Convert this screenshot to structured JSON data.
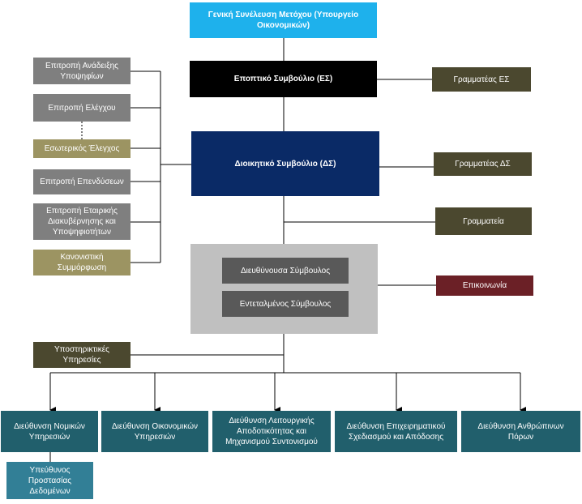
{
  "general_assembly": "Γενική Συνέλευση Μετόχου (Υπουργείο Οικονομικών)",
  "supervisory_board": "Εποπτικό Συμβούλιο (ΕΣ)",
  "supervisory_secretary": "Γραμματέας ΕΣ",
  "board_of_directors": "Διοικητικό Συμβούλιο (ΔΣ)",
  "board_secretary": "Γραμματέας ΔΣ",
  "secretariat": "Γραμματεία",
  "ceo": "Διευθύνουσα Σύμβουλος",
  "executive_director": "Εντεταλμένος Σύμβουλος",
  "communication": "Επικοινωνία",
  "support_services": "Υποστηρικτικές Υπηρεσίες",
  "committees": {
    "nomination": "Επιτροπή Ανάδειξης Υποψηφίων",
    "audit": "Επιτροπή Ελέγχου",
    "internal_audit": "Εσωτερικός Έλεγχος",
    "investment": "Επιτροπή Επενδύσεων",
    "governance": "Επιτροπή Εταιρικής Διακυβέρνησης και Υποψηφιοτήτων",
    "compliance": "Κανονιστική Συμμόρφωση"
  },
  "directorates": {
    "legal": "Διεύθυνση Νομικών Υπηρεσιών",
    "finance": "Διεύθυνση Οικονομικών Υπηρεσιών",
    "operational": "Διεύθυνση Λειτουργικής Αποδοτικότητας και Μηχανισμού Συντονισμού",
    "planning": "Διεύθυνση Επιχειρηματικού Σχεδιασμού και Απόδοσης",
    "hr": "Διεύθυνση Ανθρώπινων Πόρων"
  },
  "dpo": "Υπεύθυνος Προστασίας Δεδομένων"
}
